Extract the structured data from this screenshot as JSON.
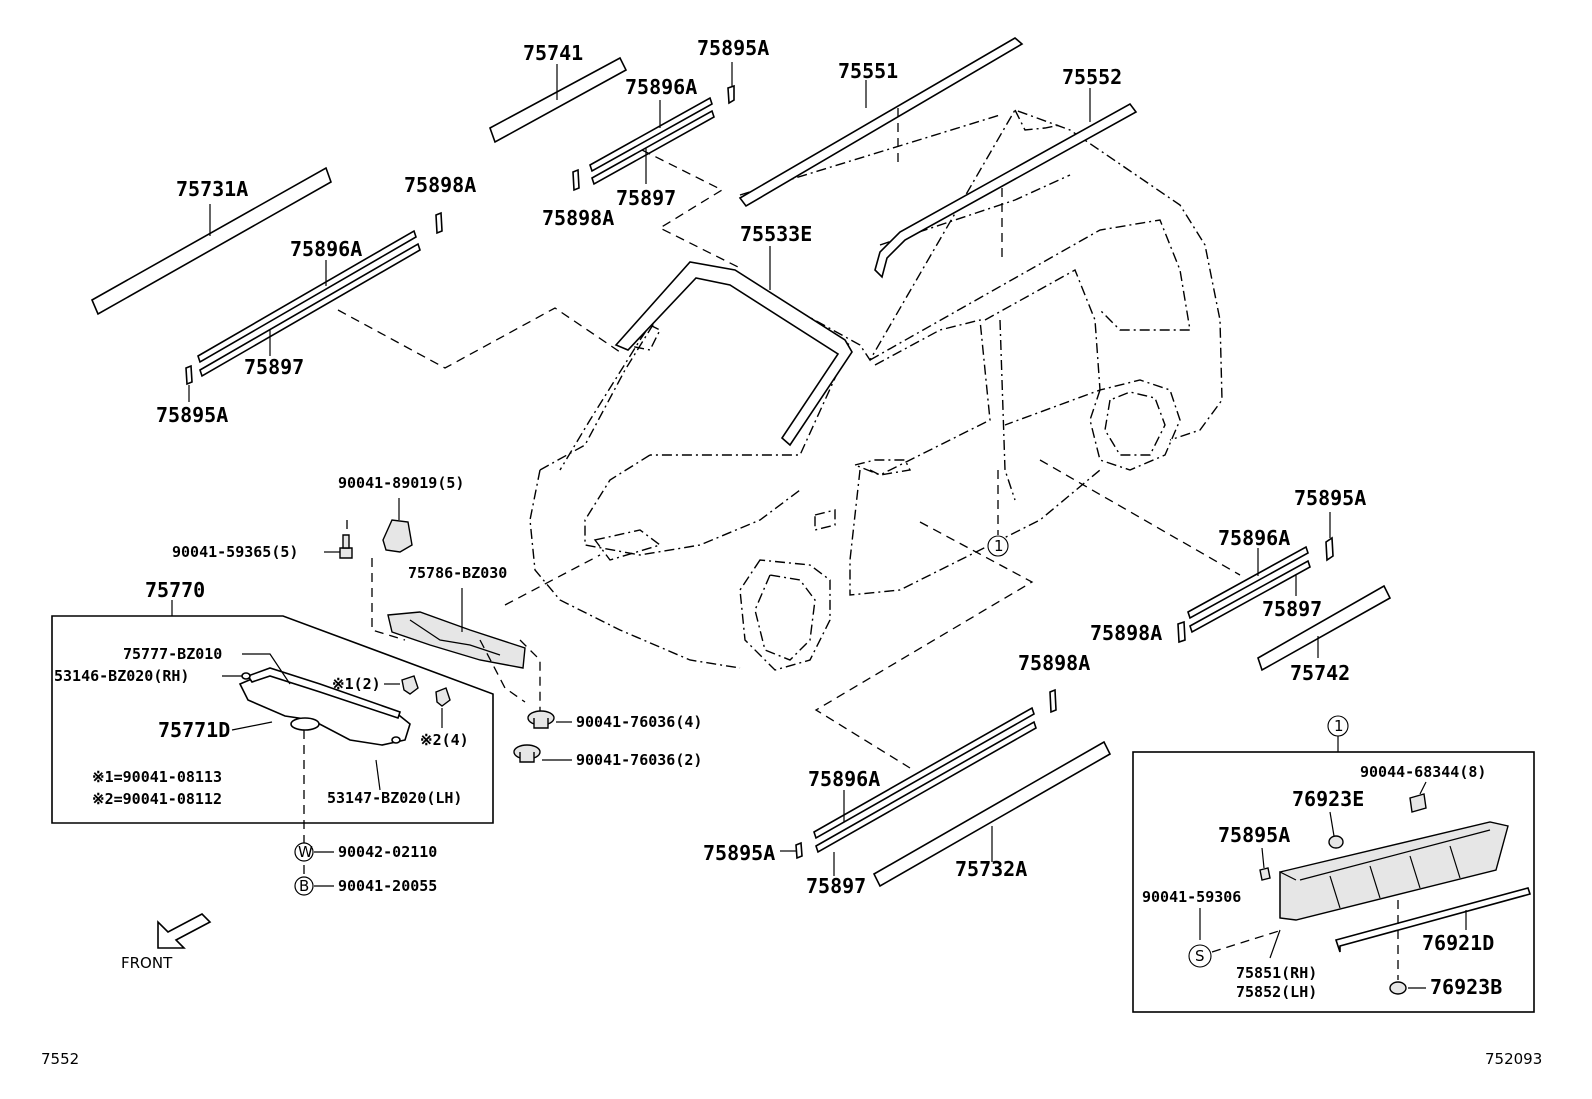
{
  "labels": {
    "p75741": "75741",
    "p75895a_top": "75895A",
    "p75896a_top": "75896A",
    "p75897_top": "75897",
    "p75898a_top": "75898A",
    "p75551": "75551",
    "p75552": "75552",
    "p75731a": "75731A",
    "p75898a_left": "75898A",
    "p75896a_left": "75896A",
    "p75897_left": "75897",
    "p75895a_left": "75895A",
    "p75533e": "75533E",
    "p90041_89019": "90041-89019(5)",
    "p90041_59365": "90041-59365(5)",
    "p75786": "75786-BZ030",
    "p75770": "75770",
    "p75777": "75777-BZ010",
    "p53146": "53146-BZ020(RH)",
    "p75771d": "75771D",
    "n1_qty": "※1(2)",
    "n2_qty": "※2(4)",
    "note1": "※1=90041-08113",
    "note2": "※2=90041-08112",
    "p53147": "53147-BZ020(LH)",
    "p90041_76036_4": "90041-76036(4)",
    "p90041_76036_2": "90041-76036(2)",
    "p90042_02110": "90042-02110",
    "p90041_20055": "90041-20055",
    "sym_w": "W",
    "sym_b": "B",
    "front": "FRONT",
    "p75895a_right": "75895A",
    "p75896a_right": "75896A",
    "p75897_right": "75897",
    "p75898a_right": "75898A",
    "p75742": "75742",
    "p75898a_lower": "75898A",
    "p75896a_lower": "75896A",
    "p75895a_lower": "75895A",
    "p75897_lower": "75897",
    "p75732a": "75732A",
    "circle1_car": "1",
    "circle1_box": "1",
    "p90044_68344": "90044-68344(8)",
    "p76923e": "76923E",
    "p75895a_box": "75895A",
    "p90041_59306": "90041-59306",
    "sym_s": "S",
    "p76921d": "76921D",
    "p75851": "75851(RH)",
    "p75852": "75852(LH)",
    "p76923b": "76923B",
    "corner_left": "7552",
    "corner_right": "752093"
  }
}
